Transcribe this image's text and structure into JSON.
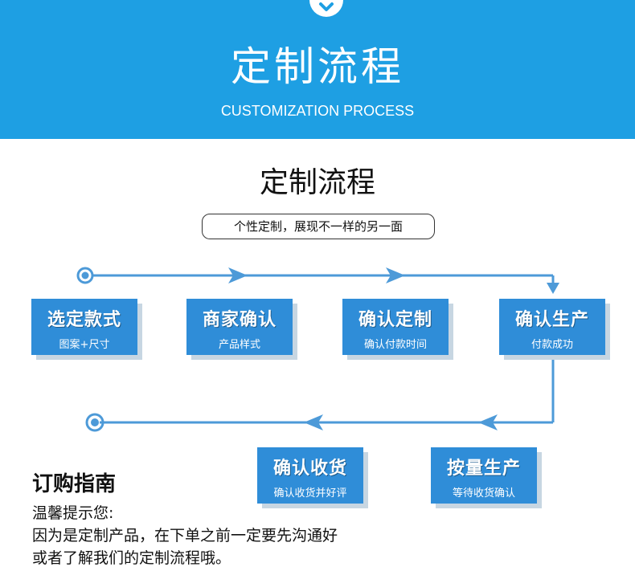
{
  "banner": {
    "title": "定制流程",
    "subtitle": "CUSTOMIZATION PROCESS"
  },
  "section": {
    "title": "定制流程",
    "tagline": "个性定制，展现不一样的另一面"
  },
  "steps": [
    {
      "name": "选定款式",
      "desc": "图案+尺寸"
    },
    {
      "name": "商家确认",
      "desc": "产品样式"
    },
    {
      "name": "确认定制",
      "desc": "确认付款时间"
    },
    {
      "name": "确认生产",
      "desc": "付款成功"
    },
    {
      "name": "按量生产",
      "desc": "等待收货确认"
    },
    {
      "name": "确认收货",
      "desc": "确认收货并好评"
    }
  ],
  "guide": {
    "title": "订购指南",
    "lines": [
      "温馨提示您:",
      "因为是定制产品，在下单之前一定要先沟通好",
      "或者了解我们的定制流程哦。"
    ]
  },
  "colors": {
    "banner": "#1e9fe3",
    "step_box": "#2f8dd8",
    "flow_line": "#4d9ad8"
  }
}
